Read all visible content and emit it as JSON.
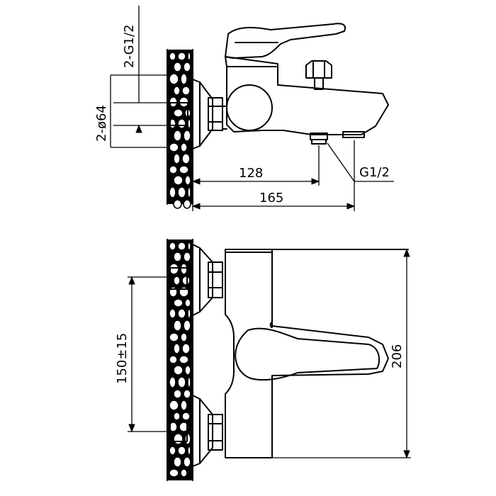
{
  "drawing": {
    "side_view": {
      "inlet_thread": "2-G1/2",
      "inlet_diameter": "2-ø64",
      "dim_spout_outlet": "128",
      "dim_shower_outlet": "165",
      "shower_thread": "G1/2"
    },
    "front_view": {
      "dim_centers": "150±15",
      "dim_height": "206"
    }
  }
}
